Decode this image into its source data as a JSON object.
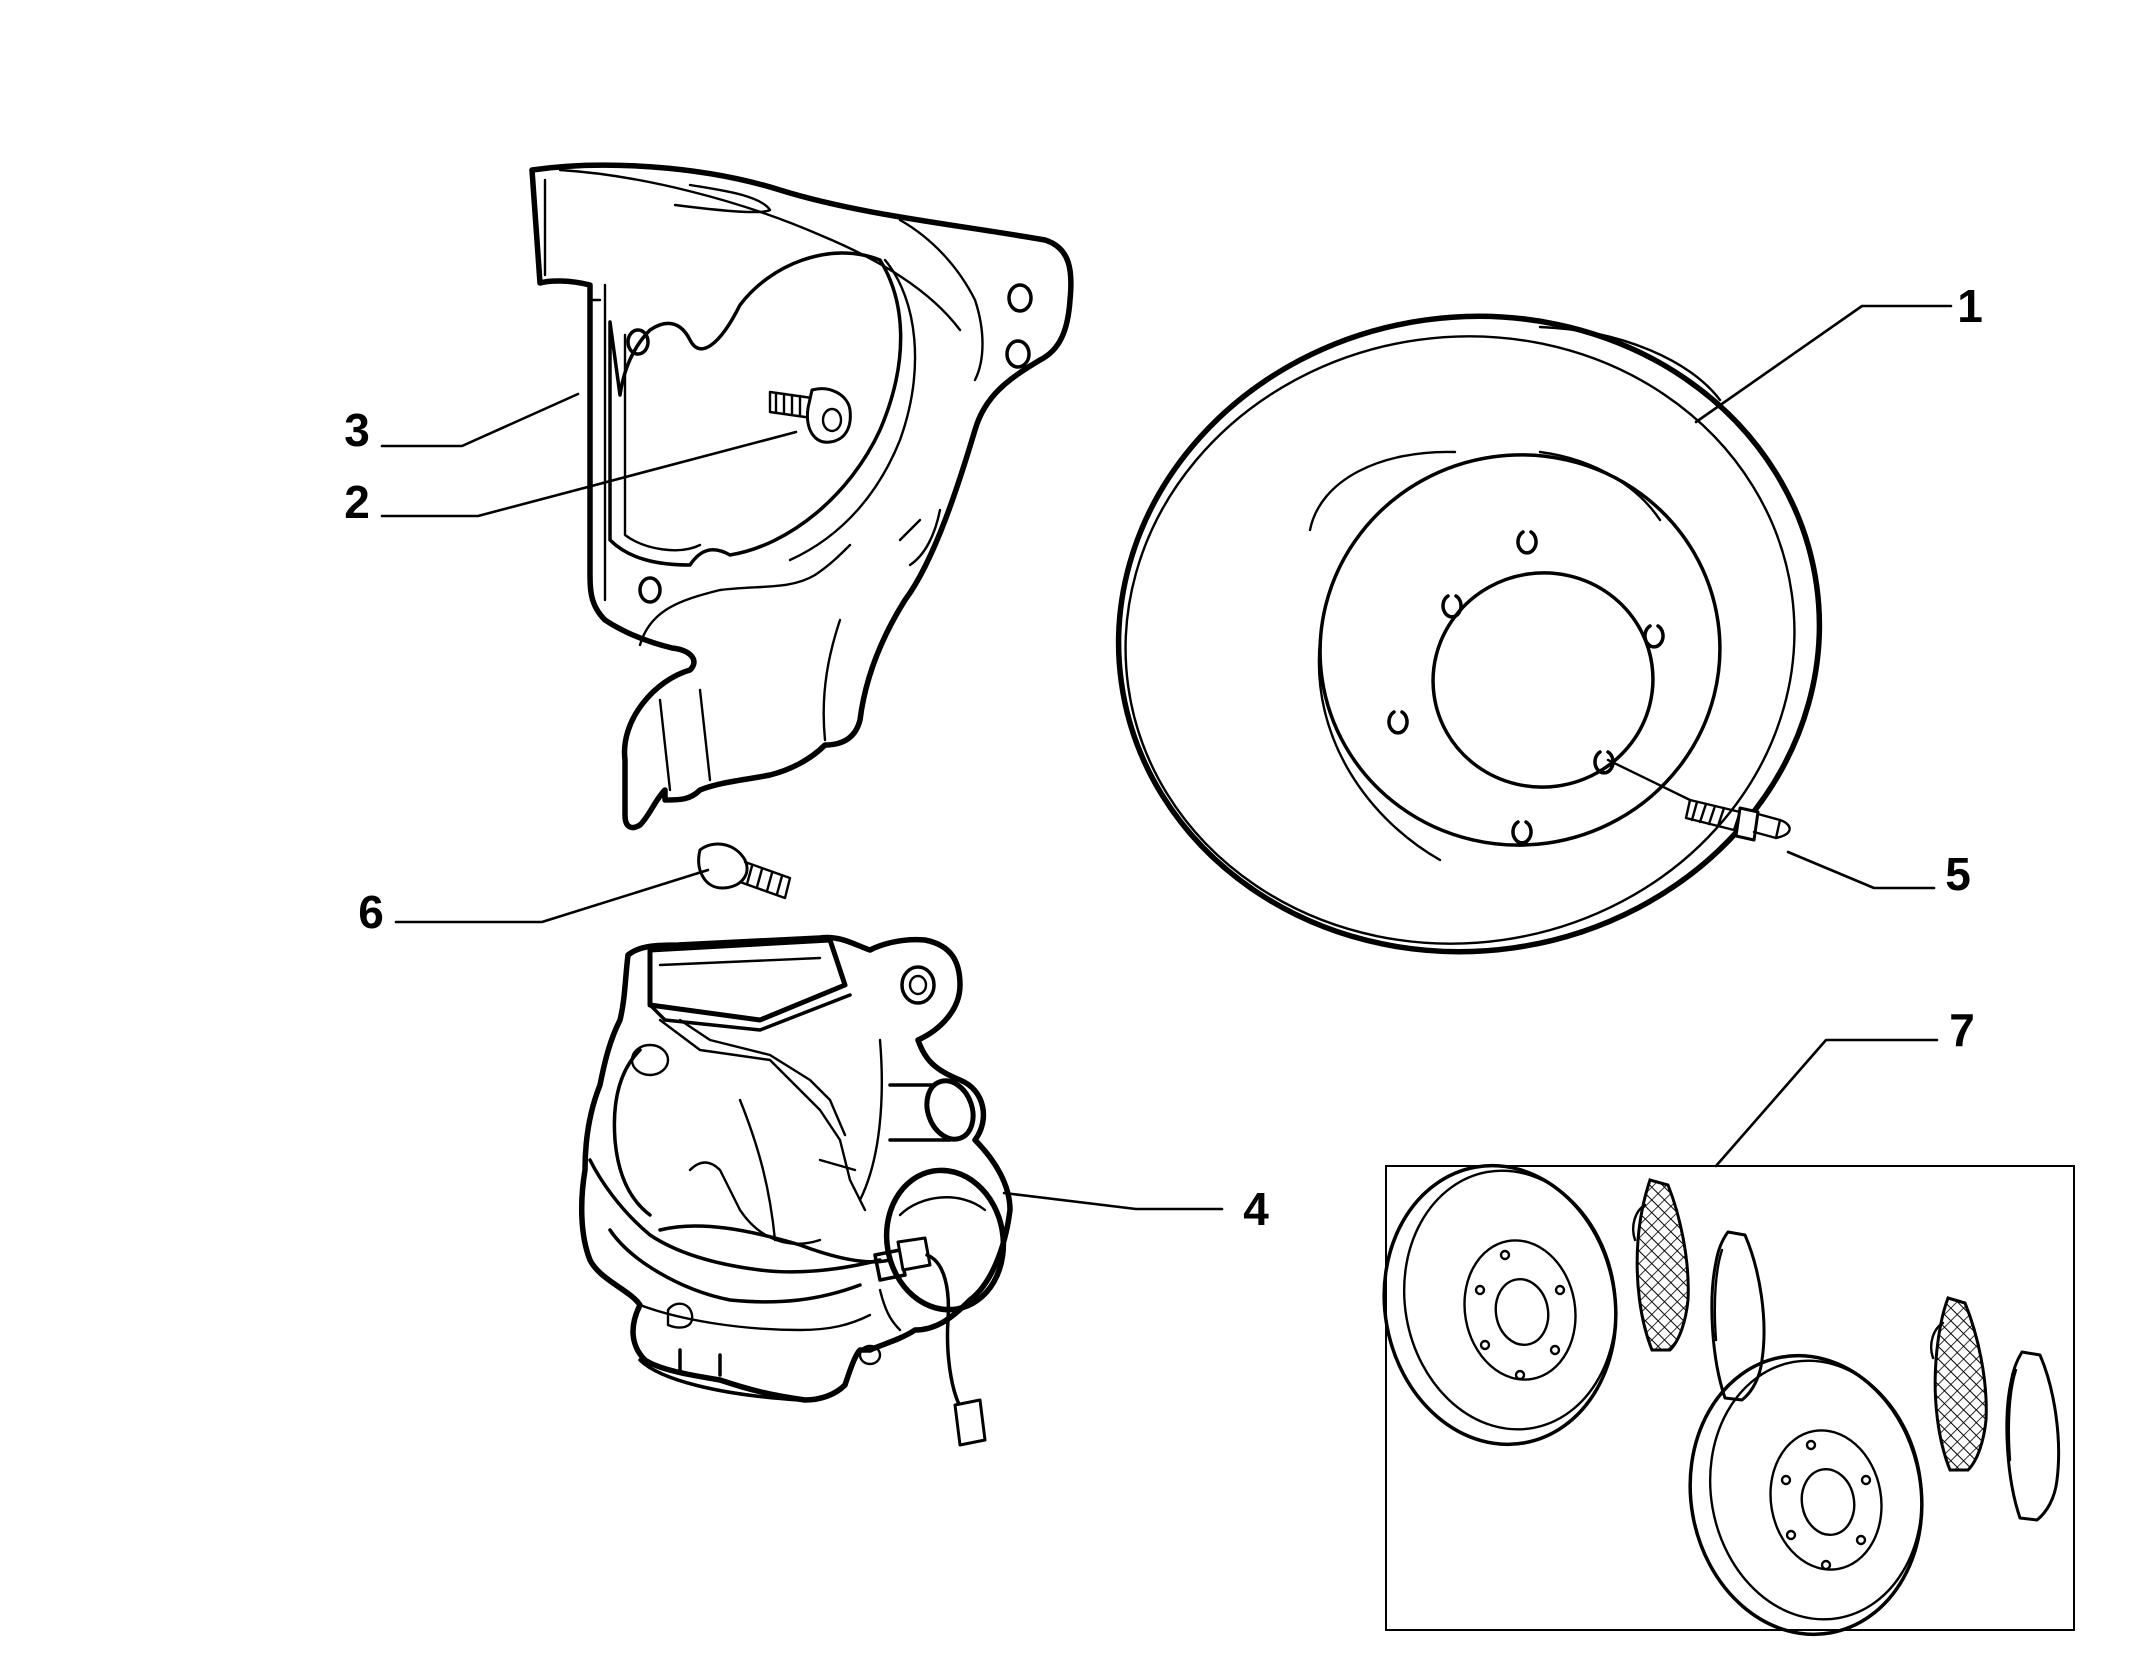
{
  "callouts": [
    {
      "number": "1",
      "part": "brake-disc"
    },
    {
      "number": "2",
      "part": "shield-screw"
    },
    {
      "number": "3",
      "part": "dust-shield"
    },
    {
      "number": "4",
      "part": "brake-caliper"
    },
    {
      "number": "5",
      "part": "wheel-stud"
    },
    {
      "number": "6",
      "part": "caliper-bolt"
    },
    {
      "number": "7",
      "part": "disc-and-pad-kit"
    }
  ],
  "colors": {
    "line": "#000000",
    "background": "#ffffff"
  }
}
